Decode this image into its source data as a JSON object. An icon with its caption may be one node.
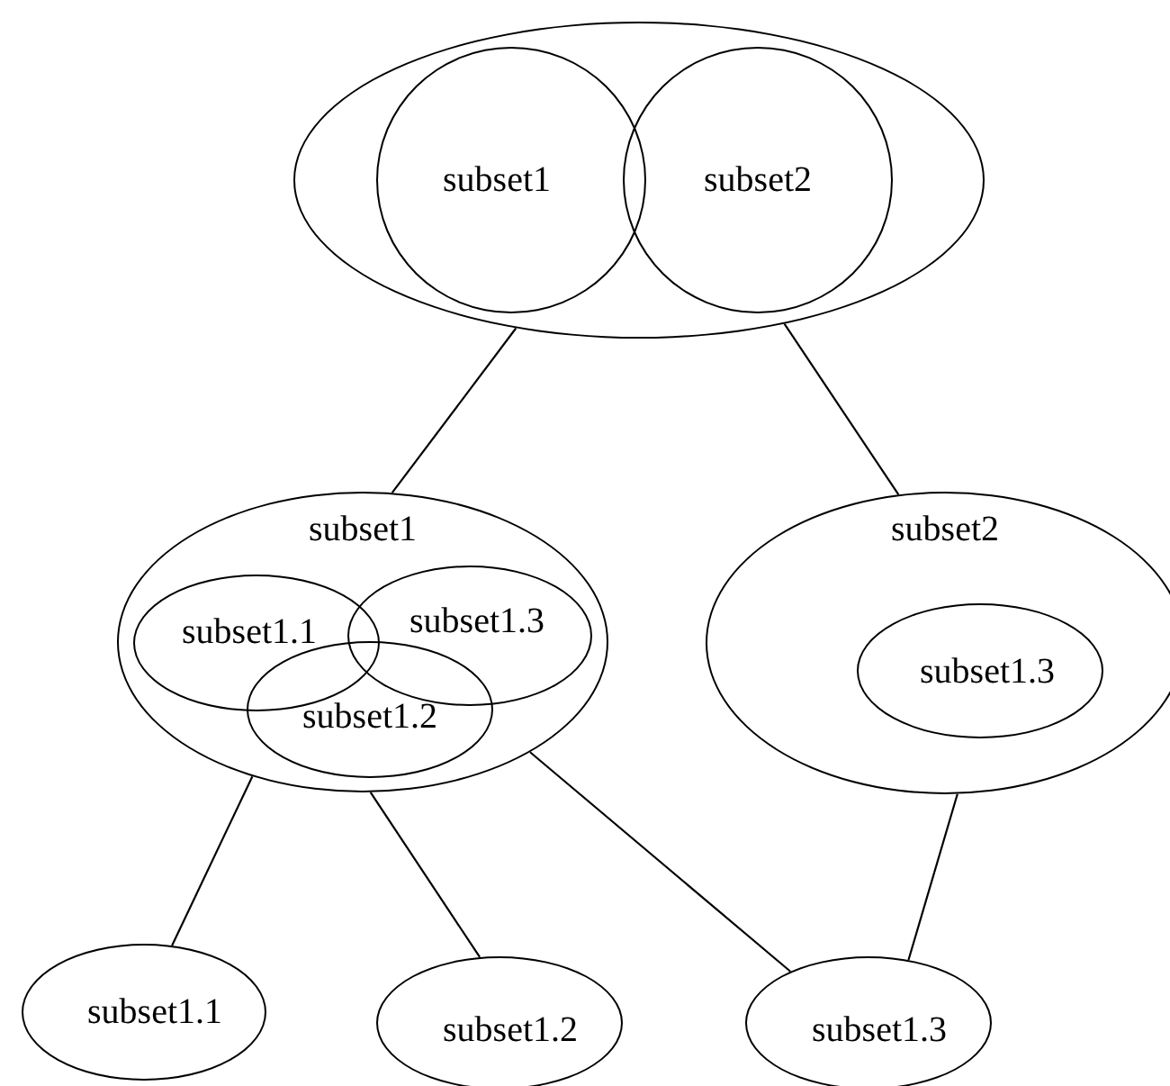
{
  "diagram": {
    "nodes": [
      {
        "text": [],
        "shape": "ellipse"
      },
      {
        "text": [
          "subset1"
        ],
        "in": 0
      },
      {
        "text": [
          "subset2"
        ],
        "in": 0
      },
      {
        "text": [
          "subset1"
        ]
      },
      {
        "text": [
          "subset1.1"
        ],
        "in": 3
      },
      {
        "text": [
          "subset1.3"
        ],
        "in": 3
      },
      {
        "text": [
          "subset1.2"
        ],
        "in": 3
      },
      {
        "text": [
          "subset2"
        ]
      },
      {
        "text": [
          "subset1.3"
        ],
        "in": 7
      },
      {
        "text": [
          "subset1.1"
        ]
      },
      {
        "text": [
          "subset1.2"
        ]
      },
      {
        "text": [
          "subset1.3"
        ]
      }
    ],
    "edges": [
      {
        "from": 0,
        "to": 3,
        "arrow": "none"
      },
      {
        "from": 0,
        "to": 7,
        "arrow": "none"
      },
      {
        "from": 3,
        "to": 9,
        "arrow": "none"
      },
      {
        "from": 3,
        "to": 10,
        "arrow": "none"
      },
      {
        "from": 3,
        "to": 11,
        "arrow": "none"
      },
      {
        "from": 7,
        "to": 11,
        "arrow": "none"
      }
    ]
  }
}
